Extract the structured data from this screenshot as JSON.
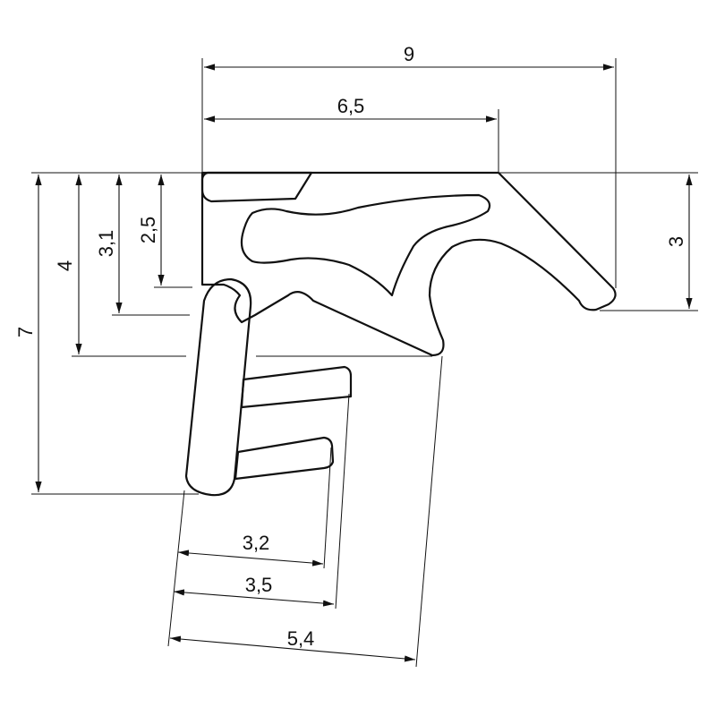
{
  "drawing": {
    "dimensions": {
      "width_total": "9",
      "width_upper": "6,5",
      "height_total": "7",
      "height_4": "4",
      "height_3_1": "3,1",
      "height_2_5": "2,5",
      "height_right": "3",
      "width_3_2": "3,2",
      "width_3_5": "3,5",
      "width_5_4": "5,4"
    },
    "colors": {
      "line": "#111111",
      "background": "#ffffff"
    }
  }
}
